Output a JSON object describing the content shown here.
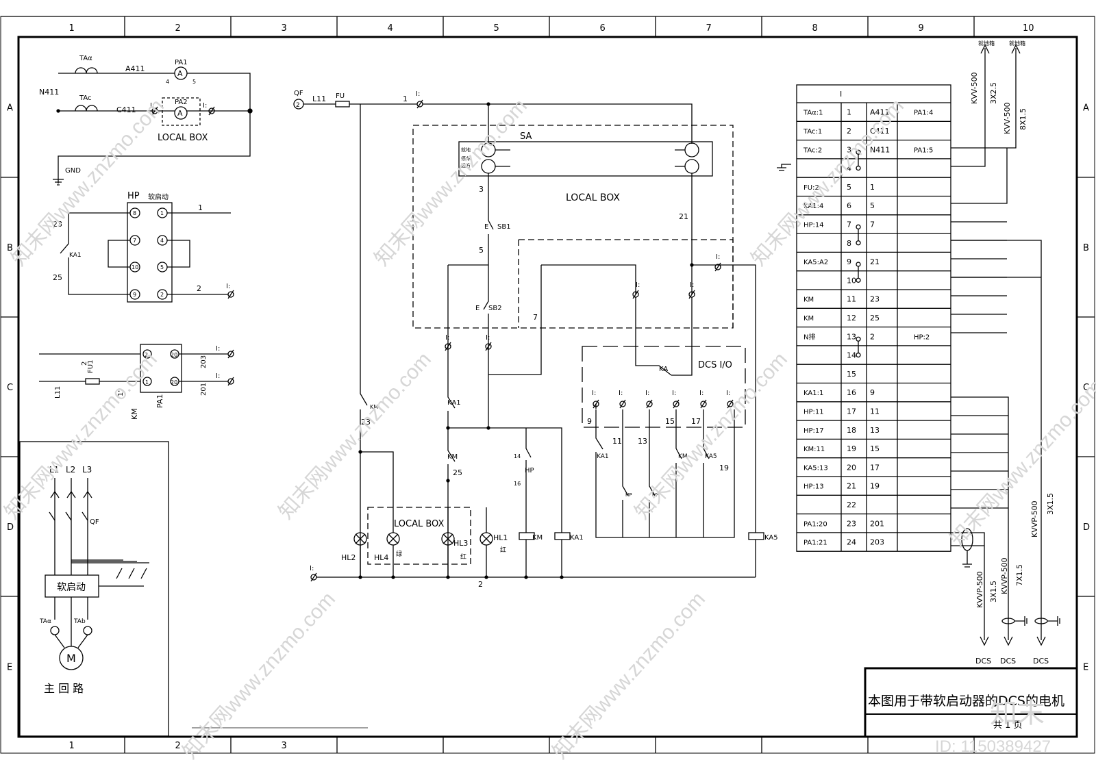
{
  "frame": {
    "columns": [
      "1",
      "2",
      "3",
      "4",
      "5",
      "6",
      "7",
      "8",
      "9",
      "10"
    ],
    "rows": [
      "A",
      "B",
      "C",
      "D",
      "E"
    ]
  },
  "ammeter_circuit": {
    "ct_a": "TAα",
    "ct_c": "TAc",
    "wire_a": "A411",
    "wire_c": "C411",
    "neutral": "N411",
    "meter1": "PA1",
    "meter2": "PA2",
    "meter_symbol": "A",
    "pin4": "4",
    "pin5": "5",
    "terminal": "I:",
    "box": "LOCAL BOX",
    "ground": "GND"
  },
  "hp_relay": {
    "title": "HP",
    "subtitle": "软启动",
    "pins": [
      "8",
      "1",
      "7",
      "4",
      "10",
      "5",
      "9",
      "2"
    ],
    "w1": "1",
    "w2": "2",
    "w23": "23",
    "w25": "25",
    "contact": "KA1",
    "terminal": "I:"
  },
  "fuse_circuit": {
    "fuse": "FU1",
    "fuse_num": "2",
    "l11": "L11",
    "n1": "1'",
    "km": "KM",
    "pa1": "PA1",
    "pins": [
      "2",
      "20",
      "1",
      "20"
    ],
    "w203": "203",
    "w201": "201",
    "terminal": "I:"
  },
  "main_circuit": {
    "phases": [
      "L1",
      "L2",
      "L3"
    ],
    "qf": "QF",
    "starter": "软启动",
    "ct_a": "TAα",
    "ct_b": "TAb",
    "motor": "M",
    "title": "主 回 路"
  },
  "control": {
    "qf": "QF",
    "qf_num": "2",
    "l11": "L11",
    "fu": "FU",
    "w1": "1",
    "term": "I:",
    "sa": "SA",
    "sa_in": [
      "就地",
      "停车",
      "远方"
    ],
    "box": "LOCAL BOX",
    "w3": "3",
    "w21": "21",
    "w5": "5",
    "w7": "7",
    "w23": "23",
    "w25": "25",
    "w2": "2",
    "sb1": "SB1",
    "sb2": "SB2",
    "e_mark": "E",
    "ka1": "KA1",
    "km": "KM",
    "hp": "HP",
    "hp14": "14",
    "hp16": "16",
    "hl1": "HL1",
    "hl2": "HL2",
    "hl3": "HL3",
    "hl4": "HL4",
    "red": "红",
    "green": "绿",
    "ka5": "KA5",
    "dcs": "DCS I/O",
    "ka": "KA",
    "dcs_nums": [
      "9",
      "11",
      "13",
      "15",
      "17",
      "19"
    ],
    "dcs_contacts": [
      "KA1",
      "HP",
      "HP",
      "KM",
      "KA5"
    ]
  },
  "terminal_table": {
    "header": "I",
    "rows": [
      {
        "from": "TAα:1",
        "no": "1",
        "to": "A411",
        "ext": "PA1:4"
      },
      {
        "from": "TAc:1",
        "no": "2",
        "to": "C411",
        "ext": ""
      },
      {
        "from": "TAc:2",
        "no": "3",
        "to": "N411",
        "ext": "PA1:5"
      },
      {
        "from": "",
        "no": "4",
        "to": "",
        "ext": ""
      },
      {
        "from": "FU:2",
        "no": "5",
        "to": "1",
        "ext": ""
      },
      {
        "from": "KA1:4",
        "no": "6",
        "to": "5",
        "ext": ""
      },
      {
        "from": "HP:14",
        "no": "7",
        "to": "7",
        "ext": ""
      },
      {
        "from": "",
        "no": "8",
        "to": "",
        "ext": ""
      },
      {
        "from": "KA5:A2",
        "no": "9",
        "to": "21",
        "ext": ""
      },
      {
        "from": "",
        "no": "10",
        "to": "",
        "ext": ""
      },
      {
        "from": "KM",
        "no": "11",
        "to": "23",
        "ext": ""
      },
      {
        "from": "KM",
        "no": "12",
        "to": "25",
        "ext": ""
      },
      {
        "from": "N排",
        "no": "13",
        "to": "2",
        "ext": "HP:2"
      },
      {
        "from": "",
        "no": "14",
        "to": "",
        "ext": ""
      },
      {
        "from": "",
        "no": "15",
        "to": "",
        "ext": ""
      },
      {
        "from": "KA1:1",
        "no": "16",
        "to": "9",
        "ext": ""
      },
      {
        "from": "HP:11",
        "no": "17",
        "to": "11",
        "ext": ""
      },
      {
        "from": "HP:17",
        "no": "18",
        "to": "13",
        "ext": ""
      },
      {
        "from": "KM:11",
        "no": "19",
        "to": "15",
        "ext": ""
      },
      {
        "from": "KA5:13",
        "no": "20",
        "to": "17",
        "ext": ""
      },
      {
        "from": "HP:13",
        "no": "21",
        "to": "19",
        "ext": ""
      },
      {
        "from": "",
        "no": "22",
        "to": "",
        "ext": ""
      },
      {
        "from": "PA1:20",
        "no": "23",
        "to": "201",
        "ext": ""
      },
      {
        "from": "PA1:21",
        "no": "24",
        "to": "203",
        "ext": ""
      }
    ]
  },
  "cables": {
    "top1_label": "就地箱",
    "top1_type": "KVV-500",
    "top1_size": "3X2.5",
    "top2_label": "就地箱",
    "top2_type": "KVV-500",
    "top2_size": "8X1.5",
    "c3_type": "KVVP-500",
    "c3_size": "3X1.5",
    "c4_type": "KVVP-500",
    "c4_size": "3X1.5",
    "c5_type": "KVVP-500",
    "c5_size": "7X1.5",
    "dcs": [
      "DCS",
      "DCS",
      "DCS"
    ]
  },
  "title_block": {
    "title": "本图用于带软启动器的DCS的电机",
    "page": "共 1 页"
  },
  "watermark": {
    "site": "知末网www.znzmo.com",
    "brand": "知末",
    "id": "ID: 1150389427"
  }
}
